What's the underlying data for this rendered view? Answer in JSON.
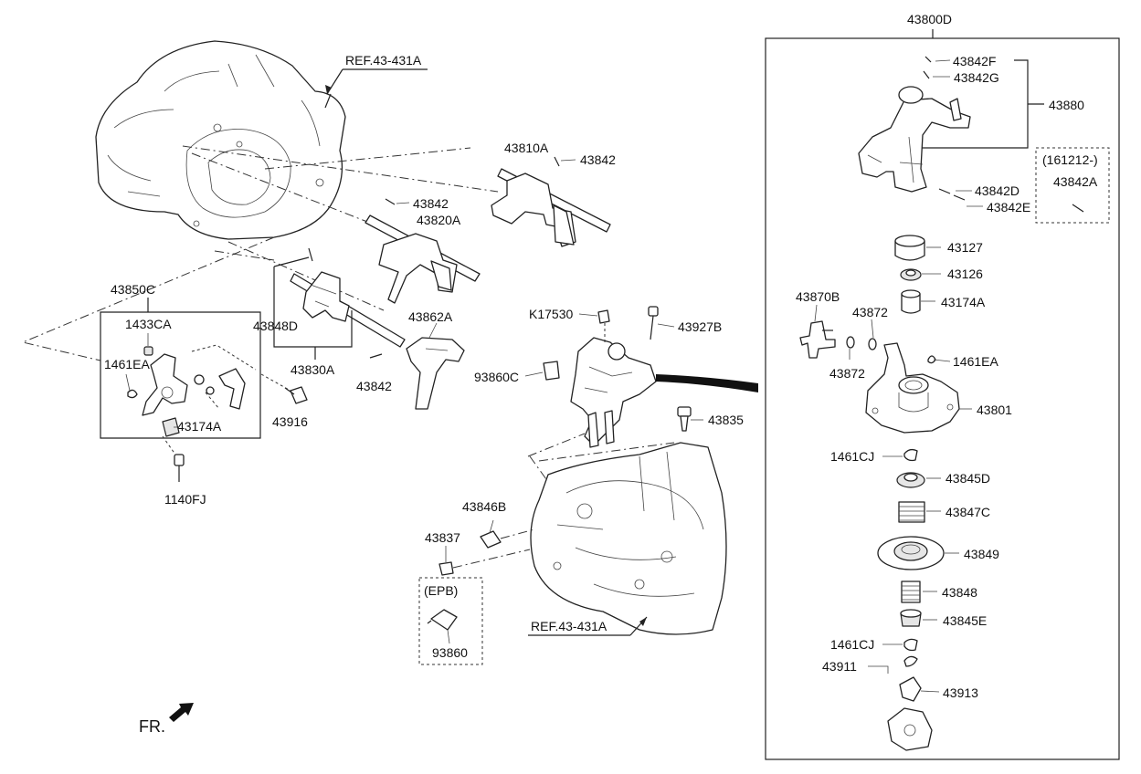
{
  "labels": {
    "assy": "43800D",
    "p43842F": "43842F",
    "p43842G": "43842G",
    "p43880": "43880",
    "p161212": "(161212-)",
    "p43842A": "43842A",
    "p43842D": "43842D",
    "p43842E": "43842E",
    "p43127": "43127",
    "p43126": "43126",
    "p43870B": "43870B",
    "p43872a": "43872",
    "p43872b": "43872",
    "p43174A_r": "43174A",
    "p1461EA_r": "1461EA",
    "p43801": "43801",
    "p1461CJ_a": "1461CJ",
    "p43845D": "43845D",
    "p43847C": "43847C",
    "p43849": "43849",
    "p43848": "43848",
    "p43845E": "43845E",
    "p1461CJ_b": "1461CJ",
    "p43911": "43911",
    "p43913": "43913",
    "ref_top": "REF.43-431A",
    "ref_bottom": "REF.43-431A",
    "p43810A": "43810A",
    "p43842_a": "43842",
    "p43842_b": "43842",
    "p43820A": "43820A",
    "p43848D": "43848D",
    "p43830A": "43830A",
    "p43862A": "43862A",
    "p43842_c": "43842",
    "p43850C": "43850C",
    "p1433CA": "1433CA",
    "p1461EA_l": "1461EA",
    "p43174A_l": "43174A",
    "p43916": "43916",
    "p1140FJ": "1140FJ",
    "pK17530": "K17530",
    "p43927B": "43927B",
    "p93860C": "93860C",
    "p43835": "43835",
    "p43846B": "43846B",
    "p43837": "43837",
    "epb": "(EPB)",
    "p93860": "93860",
    "fr": "FR."
  }
}
